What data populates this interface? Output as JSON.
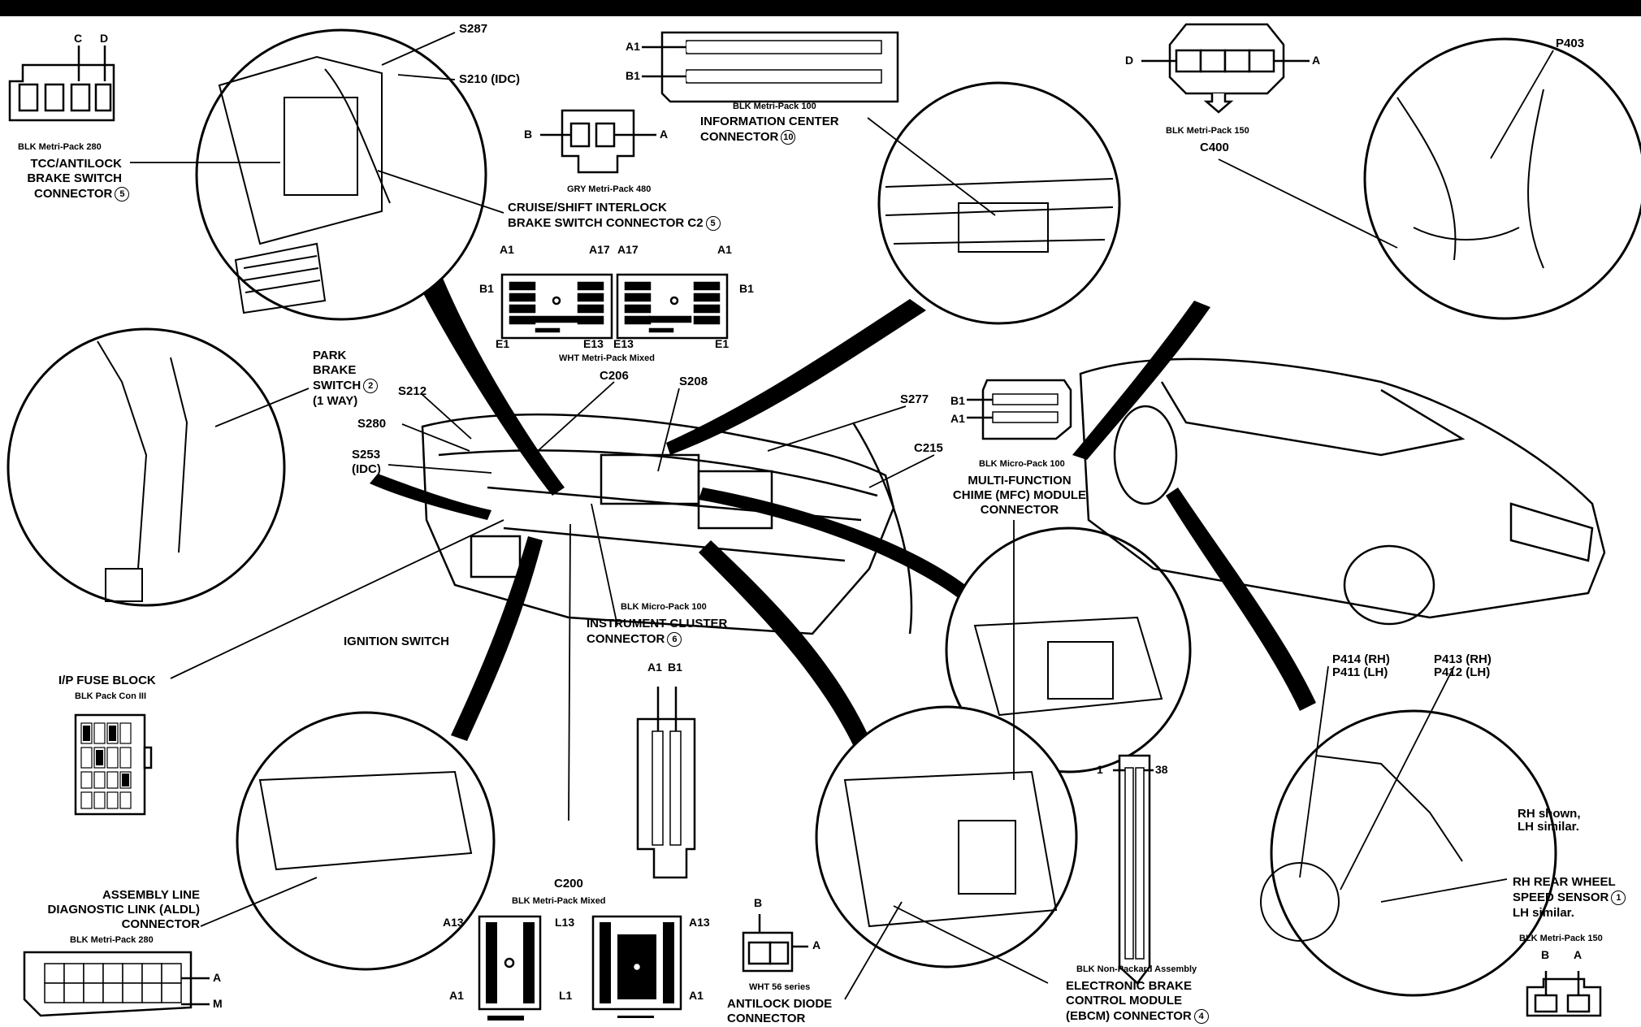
{
  "labels": {
    "s287": "S287",
    "s210": "S210 (IDC)",
    "tcc_type": "BLK Metri-Pack 280",
    "tcc_1": "TCC/ANTILOCK",
    "tcc_2": "BRAKE SWITCH",
    "tcc_3": "CONNECTOR",
    "tcc_num": "5",
    "cruise_type": "GRY Metri-Pack 480",
    "cruise_1": "CRUISE/SHIFT INTERLOCK",
    "cruise_2": "BRAKE SWITCH CONNECTOR C2",
    "cruise_num": "5",
    "info_type": "BLK Metri-Pack 100",
    "info_1": "INFORMATION CENTER",
    "info_2": "CONNECTOR",
    "info_num": "10",
    "c400_type": "BLK Metri-Pack 150",
    "c400": "C400",
    "p403": "P403",
    "park_1": "PARK",
    "park_2": "BRAKE",
    "park_3": "SWITCH",
    "park_num": "2",
    "park_4": "(1 WAY)",
    "s212": "S212",
    "s280": "S280",
    "s253_1": "S253",
    "s253_2": "(IDC)",
    "c206": "C206",
    "s208": "S208",
    "s277": "S277",
    "c215": "C215",
    "wht_mixed": "WHT Metri-Pack Mixed",
    "mfc_type": "BLK Micro-Pack 100",
    "mfc_1": "MULTI-FUNCTION",
    "mfc_2": "CHIME (MFC) MODULE",
    "mfc_3": "CONNECTOR",
    "ignition": "IGNITION SWITCH",
    "fuse": "I/P FUSE BLOCK",
    "fuse_type": "BLK Pack Con III",
    "cluster_type": "BLK Micro-Pack 100",
    "cluster_1": "INSTRUMENT CLUSTER",
    "cluster_2": "CONNECTOR",
    "cluster_num": "6",
    "p414": "P414  (RH)",
    "p411": "P411  (LH)",
    "p413": "P413  (RH)",
    "p412": "P412  (LH)",
    "rh_shown_1": "RH shown,",
    "rh_shown_2": "LH similar.",
    "rh_wss_1": "RH REAR WHEEL",
    "rh_wss_2": "SPEED SENSOR",
    "rh_wss_num": "1",
    "rh_wss_3": "LH similar.",
    "wss_type": "BLK Metri-Pack 150",
    "aldl_1": "ASSEMBLY LINE",
    "aldl_2": "DIAGNOSTIC LINK (ALDL)",
    "aldl_3": "CONNECTOR",
    "aldl_type": "BLK Metri-Pack 280",
    "c200": "C200",
    "c200_type": "BLK Metri-Pack Mixed",
    "wht56": "WHT 56 series",
    "diode_1": "ANTILOCK DIODE",
    "diode_2": "CONNECTOR",
    "ebcm_type": "BLK Non-Packard Assembly",
    "ebcm_1": "ELECTRONIC BRAKE",
    "ebcm_2": "CONTROL MODULE",
    "ebcm_3": "(EBCM) CONNECTOR",
    "ebcm_num": "4"
  },
  "pins": {
    "tcc_c": "C",
    "tcc_d": "D",
    "cruise_b": "B",
    "cruise_a": "A",
    "info_a1": "A1",
    "info_b1": "B1",
    "c400_d": "D",
    "c400_a": "A",
    "cl_a1_l": "A1",
    "cl_a17_l": "A17",
    "cl_a17_r": "A17",
    "cl_a1_r": "A1",
    "cl_b1_l": "B1",
    "cl_b1_r": "B1",
    "cl_e1_l": "E1",
    "cl_e13_l": "E13",
    "cl_e13_r": "E13",
    "cl_e1_r": "E1",
    "mfc_b1": "B1",
    "mfc_a1": "A1",
    "clus_a1": "A1",
    "clus_b1": "B1",
    "ebcm_1": "1",
    "ebcm_38": "38",
    "aldl_a": "A",
    "aldl_m": "M",
    "c200_a13_l": "A13",
    "c200_l13": "L13",
    "c200_a13_r": "A13",
    "c200_a1_l": "A1",
    "c200_l1": "L1",
    "c200_a1_r": "A1",
    "diode_b": "B",
    "diode_a": "A",
    "wss_b": "B",
    "wss_a": "A"
  }
}
